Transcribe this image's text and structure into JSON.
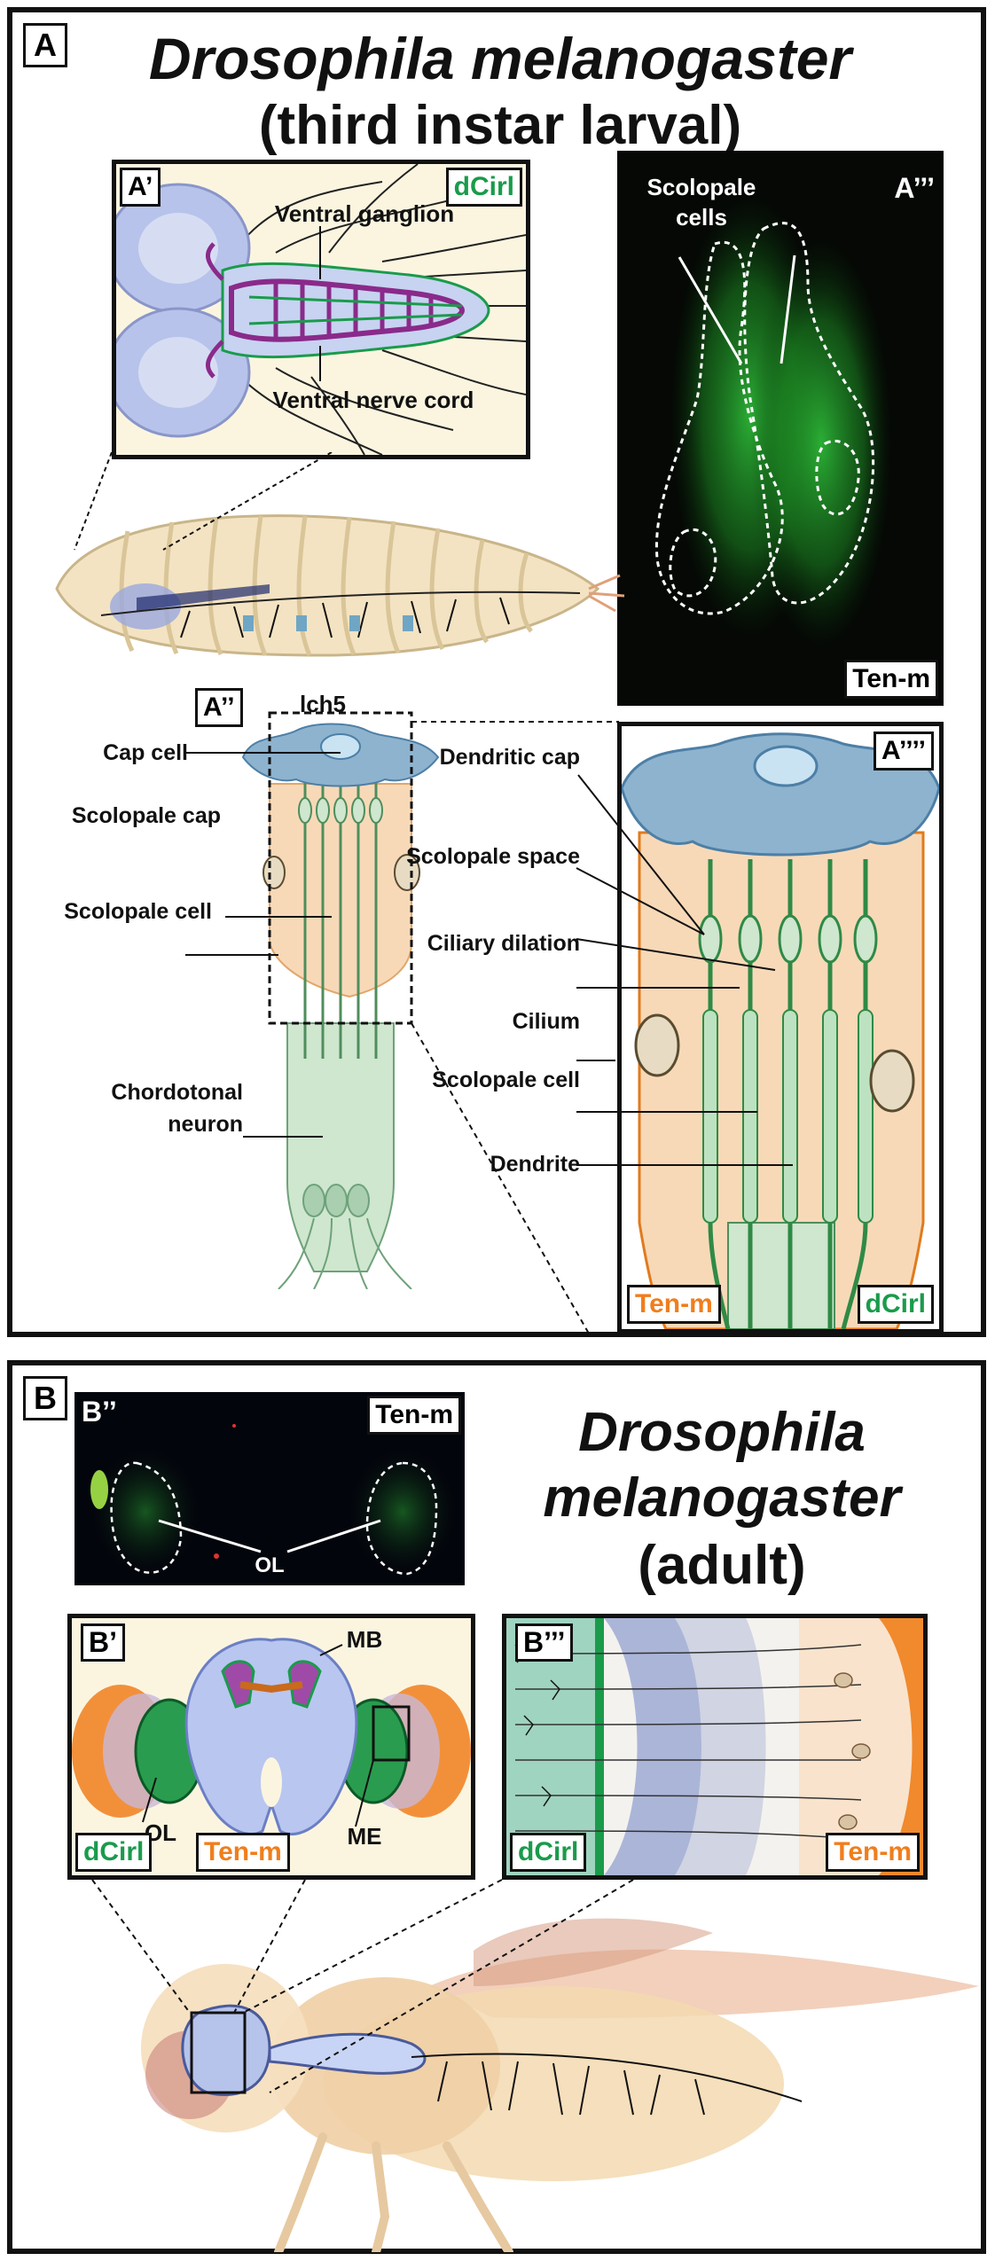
{
  "panel_a": {
    "letter": "A",
    "title_line1": "Drosophila melanogaster",
    "title_line2": "(third instar larval)",
    "a1": {
      "tag": "A’",
      "marker": "dCirl",
      "label_top": "Ventral ganglion",
      "label_bottom": "Ventral nerve cord"
    },
    "a3": {
      "tag": "A’’’",
      "label": "Scolopale cells",
      "marker": "Ten-m"
    },
    "a2": {
      "tag": "A’’",
      "organ": "lch5",
      "labels": {
        "cap_cell": "Cap cell",
        "scolopale_cap": "Scolopale cap",
        "scolopale_cell": "Scolopale cell",
        "chordotonal_neuron": "Chordotonal neuron"
      }
    },
    "a4": {
      "tag": "A’’’’",
      "labels": {
        "dendritic_cap": "Dendritic cap",
        "scolopale_space": "Scolopale space",
        "ciliary_dilation": "Ciliary dilation",
        "cilium": "Cilium",
        "scolopale_cell": "Scolopale cell",
        "dendrite": "Dendrite"
      },
      "marker_left": "Ten-m",
      "marker_right": "dCirl"
    }
  },
  "panel_b": {
    "letter": "B",
    "title_line1": "Drosophila",
    "title_line2": "melanogaster",
    "title_line3": "(adult)",
    "b2": {
      "tag": "B’’",
      "marker": "Ten-m",
      "label": "OL"
    },
    "b1": {
      "tag": "B’",
      "label_mb": "MB",
      "label_ol": "OL",
      "label_me": "ME",
      "marker_left": "dCirl",
      "marker_right": "Ten-m"
    },
    "b3": {
      "tag": "B’’’",
      "marker_left": "dCirl",
      "marker_right": "Ten-m"
    }
  },
  "colors": {
    "green_marker": "#1a9b4b",
    "orange_marker": "#f07e1c",
    "inset_bg": "#fbf5e0",
    "micro_bg": "#050805",
    "cap_blue": "#8db3cf",
    "scolopale_fill": "#f7d9b8",
    "neuron_fill": "#cfe6cf"
  }
}
